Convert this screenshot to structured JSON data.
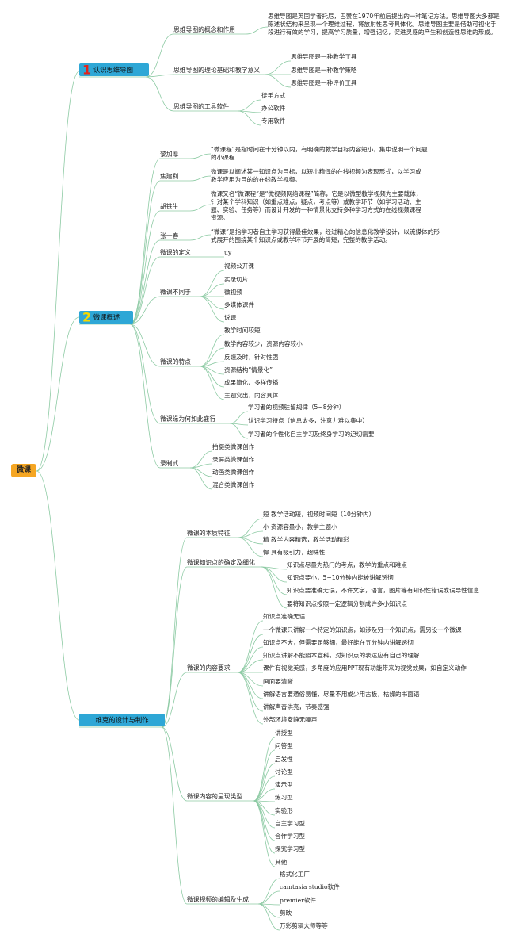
{
  "root": {
    "label": "微课"
  },
  "branches": [
    {
      "number": "1",
      "label": "认识思维导图",
      "children": [
        {
          "label": "思维导图的概念和作用",
          "leaves": [
            "思维导图是英国学者托尼，巴赞在1970年前后提出的一种笔记方法。思维导图大多都是陈述状结构来呈现一个理维过程，将放射性思考具体化。思维导图主要是借助可视化手段进行有效的学习，提高学习质量，增强记忆，促进灵感的产生和创造性思维的形成。"
          ]
        },
        {
          "label": "思维导图的理论基础和教学意义",
          "leaves": [
            "思维导图是一种教学工具",
            "思维导图是一种教学策略",
            "思维导图是一种评价工具"
          ]
        },
        {
          "label": "思维导图的工具软件",
          "leaves": [
            "徒手方式",
            "办公软件",
            "专用软件"
          ]
        }
      ]
    },
    {
      "number": "2",
      "label": "微课概述",
      "children": [
        {
          "label": "黎加厚",
          "leaves": [
            "“微课程”是指时间在十分钟以内，有明确的教学目标内容短小，集中说明一个问题的小课程"
          ]
        },
        {
          "label": "焦建利",
          "leaves": [
            "微课是以阐述某一知识点为目标，以短小精悍的在线视频为表现形式，以学习或教学应用为目的的在线教学视频。"
          ]
        },
        {
          "label": "胡铁生",
          "leaves": [
            "微课又名“微课程”是“微视频网络课程”简称，它是以微型教学视频为主要载体，针对某个学科知识（如重点难点，疑点，考点等）或教学环节（如学习活动、主题、实验、任务等）而设计开发的一种情景化支持多种学习方式的在线视频课程资源。"
          ]
        },
        {
          "label": "张一春",
          "leaves": [
            "“微课”是指学习者自主学习获得最佳效果，经过精心的信息化教学设计，以流媒体的形式展开的围绕某个知识点或教学环节开展的简短，完整的教学活动。"
          ]
        },
        {
          "label": "微课的定义",
          "leaves": [
            "uy"
          ]
        },
        {
          "label": "微课不同于",
          "leaves": [
            "视频公开课",
            "实录切片",
            "微视频",
            "多媒体课件",
            "说课"
          ]
        },
        {
          "label": "微课的特点",
          "leaves": [
            "教学时间较短",
            "教学内容较少，资源内容较小",
            "反馈及时，针对性强",
            "资源结构“情景化”",
            "成果简化、多样传播",
            "主题突出，内容具体"
          ]
        },
        {
          "label": "微课缘为何如此盛行",
          "leaves": [
            "学习者的视频驻留规律（5~8分钟）",
            "认识学习特点（信息太多，注意力难以集中）",
            "学习者的个性化自主学习及终身学习的迫切需要"
          ]
        },
        {
          "label": "录制式",
          "leaves": [
            "拍摄类微课创作",
            "录屏类微课创作",
            "动画类微课创作",
            "混合类微课创作"
          ]
        }
      ]
    },
    {
      "number": "",
      "label": "维克的设计与制作",
      "children": [
        {
          "label": "微课的本质特征",
          "leaves": [
            "短 教学活动短，视频时间短（10分钟内）",
            "小 资源容量小，教学主题小",
            "精 教学内容精选，教学活动精彩",
            "悍 具有吸引力，趣味性"
          ]
        },
        {
          "label": "微课知识点的确定及细化",
          "leaves": [
            "知识点尽量为热门的考点，教学的重点和难点",
            "知识点要小，5~10分钟内能被讲解透彻",
            "知识点要准确无误，不许文字，语言，图片等有知识性错误或误导性信息",
            "要将知识点按照一定逻辑分割成许多小知识点"
          ]
        },
        {
          "label": "微课的内容要求",
          "leaves": [
            "知识点准确无误",
            "一个微课只讲解一个特定的知识点，如涉及另一个知识点，需另设一个微课",
            "知识点不大，但需要足够细，最好能在五分钟内讲解透彻",
            "知识点讲解不能照本宣科，对知识点的表达应有自己的理解",
            "课件有视觉美感，多角度的应用PPT现有功能带来的视觉效果，如自定义动作",
            "画面要清晰",
            "讲解语言要通俗易懂，尽量不用或少用古板，枯燥的书面语",
            "讲解声音洪亮，节奏感强",
            "外部环境安静无噪声"
          ]
        },
        {
          "label": "微课内容的呈现类型",
          "leaves": [
            "讲授型",
            "问答型",
            "启发性",
            "讨论型",
            "演示型",
            "练习型",
            "实验形",
            "自主学习型",
            "合作学习型",
            "探究学习型",
            "其他"
          ]
        },
        {
          "label": "微课视频的编辑及生成",
          "leaves": [
            "格式化工厂",
            "camtasia studio软件",
            "premier软件",
            "剪映",
            "万彩剪辑大师等等"
          ]
        }
      ]
    }
  ],
  "colors": {
    "root": "#f5a623",
    "main": "#2ea7d6",
    "line": "#8ccaa3",
    "n1": "#e2231a",
    "n2": "#f5d800"
  }
}
